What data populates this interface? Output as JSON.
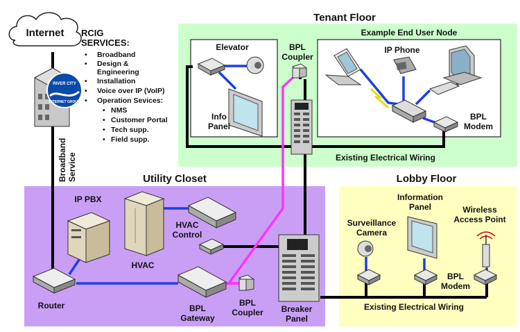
{
  "labels": {
    "internet": "Internet",
    "rcig_services": "RCIG",
    "rcig_services2": "SERVICES:",
    "broadband_service_1": "Broadband",
    "broadband_service_2": "Service",
    "tenant_floor": "Tenant Floor",
    "example_node": "Example End User Node",
    "elevator": "Elevator",
    "info_panel_1": "Info",
    "info_panel_2": "Panel",
    "bpl_coupler_top_1": "BPL",
    "bpl_coupler_top_2": "Coupler",
    "ip_phone": "IP Phone",
    "bpl_modem_tenant_1": "BPL",
    "bpl_modem_tenant_2": "Modem",
    "existing_wiring_tenant": "Existing Electrical Wiring",
    "utility_closet": "Utility Closet",
    "ip_pbx": "IP PBX",
    "hvac": "HVAC",
    "hvac_control_1": "HVAC",
    "hvac_control_2": "Control",
    "router": "Router",
    "bpl_gateway_1": "BPL",
    "bpl_gateway_2": "Gateway",
    "bpl_coupler_bottom_1": "BPL",
    "bpl_coupler_bottom_2": "Coupler",
    "breaker_panel_1": "Breaker",
    "breaker_panel_2": "Panel",
    "lobby_floor": "Lobby Floor",
    "surveillance_1": "Surveillance",
    "surveillance_2": "Camera",
    "information_panel_1": "Information",
    "information_panel_2": "Panel",
    "wireless_ap_1": "Wireless",
    "wireless_ap_2": "Access Point",
    "bpl_modem_lobby_1": "BPL",
    "bpl_modem_lobby_2": "Modem",
    "existing_wiring_lobby": "Existing Electrical Wiring",
    "logo_text_top": "RIVER CITY",
    "logo_text_bottom": "INTERNET GROUP"
  },
  "services": [
    "Broadband",
    "Design &",
    "Engineering",
    "Installation",
    "Voice over IP (VoIP)",
    "Operation Sevices:"
  ],
  "sub_services": [
    "NMS",
    "Customer Portal",
    "Tech supp.",
    "Field supp."
  ],
  "colors": {
    "tenant_zone": "#ccffcc",
    "utility_zone": "#c99ff5",
    "lobby_zone": "#ffffc0",
    "ethernet": "#1e3fe0",
    "electrical": "#000000",
    "coupler_link": "#ff33ff",
    "wireless": "#e8e800"
  }
}
